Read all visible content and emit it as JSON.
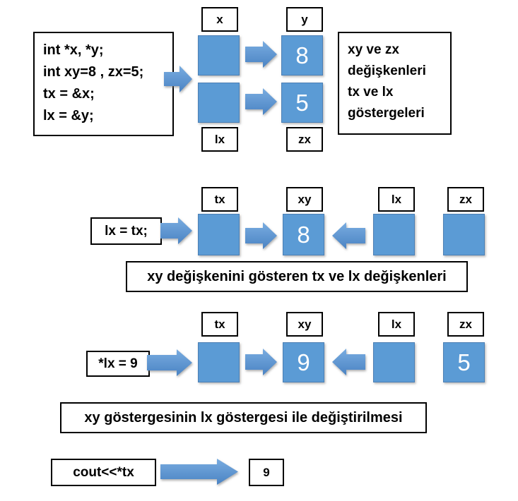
{
  "colors": {
    "square_blue": "#5B9BD5",
    "arrow_blue_light": "#79ACE0",
    "arrow_blue_dark": "#4A83C3",
    "border_black": "#000000"
  },
  "s1": {
    "code_lines": [
      "int *x, *y;",
      "int xy=8 , zx=5;",
      "tx = &x;",
      "lx = &y;"
    ],
    "label_x": "x",
    "label_y": "y",
    "label_lx": "lx",
    "label_zx": "zx",
    "value_y": "8",
    "value_zx": "5",
    "note_lines": [
      "xy ve zx",
      "değişkenleri",
      "tx ve lx",
      "göstergeleri"
    ]
  },
  "s2": {
    "code": "lx = tx;",
    "label_tx": "tx",
    "label_xy": "xy",
    "label_lx": "lx",
    "label_zx": "zx",
    "value_xy": "8",
    "caption": "xy değişkenini gösteren tx ve lx değişkenleri"
  },
  "s3": {
    "code": "*lx = 9",
    "label_tx": "tx",
    "label_xy": "xy",
    "label_lx": "lx",
    "label_zx": "zx",
    "value_xy": "9",
    "value_zx": "5",
    "caption": "xy göstergesinin lx göstergesi ile değiştirilmesi"
  },
  "s4": {
    "code": "cout<<*tx",
    "result": "9"
  }
}
